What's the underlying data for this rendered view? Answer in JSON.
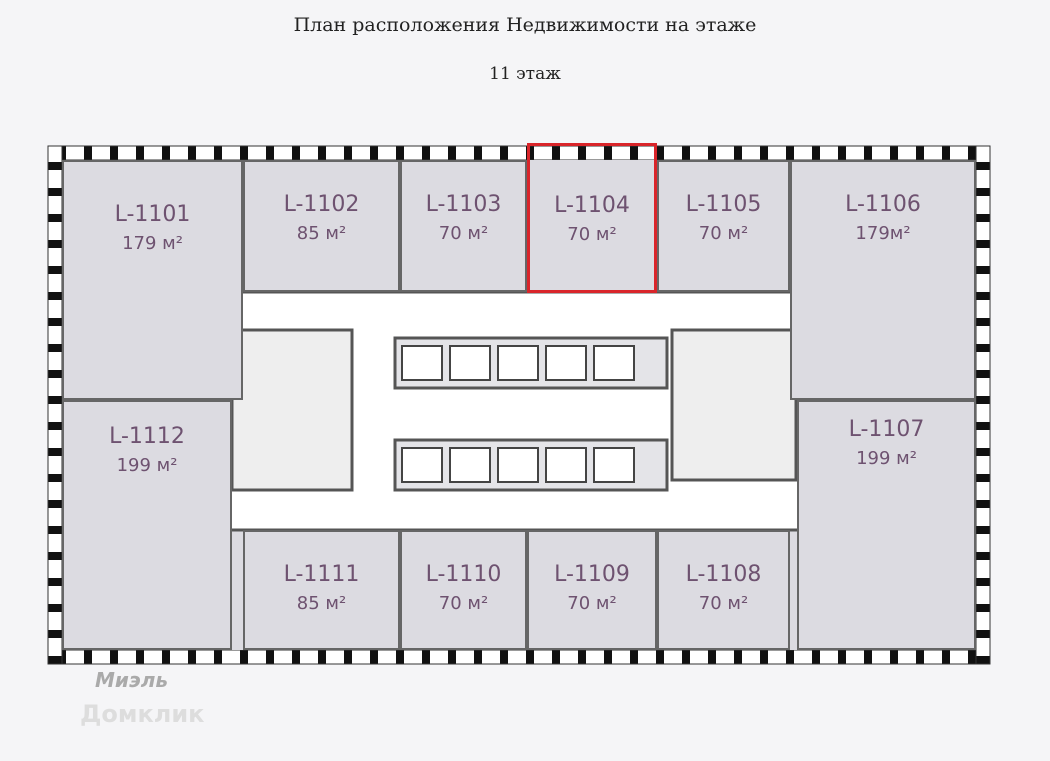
{
  "header": {
    "title": "План расположения Недвижимости на этаже",
    "floor": "11 этаж"
  },
  "units": [
    {
      "id": "L-1101",
      "area": "179 м²"
    },
    {
      "id": "L-1102",
      "area": "85 м²"
    },
    {
      "id": "L-1103",
      "area": "70 м²"
    },
    {
      "id": "L-1104",
      "area": "70 м²",
      "selected": true
    },
    {
      "id": "L-1105",
      "area": "70 м²"
    },
    {
      "id": "L-1106",
      "area": "179м²"
    },
    {
      "id": "L-1107",
      "area": "199 м²"
    },
    {
      "id": "L-1108",
      "area": "70 м²"
    },
    {
      "id": "L-1109",
      "area": "70 м²"
    },
    {
      "id": "L-1110",
      "area": "70 м²"
    },
    {
      "id": "L-1111",
      "area": "85 м²"
    },
    {
      "id": "L-1112",
      "area": "199 м²"
    }
  ],
  "highlight_color": "#d9252a",
  "watermarks": {
    "brand": "Миэль",
    "site": "Домклик"
  }
}
